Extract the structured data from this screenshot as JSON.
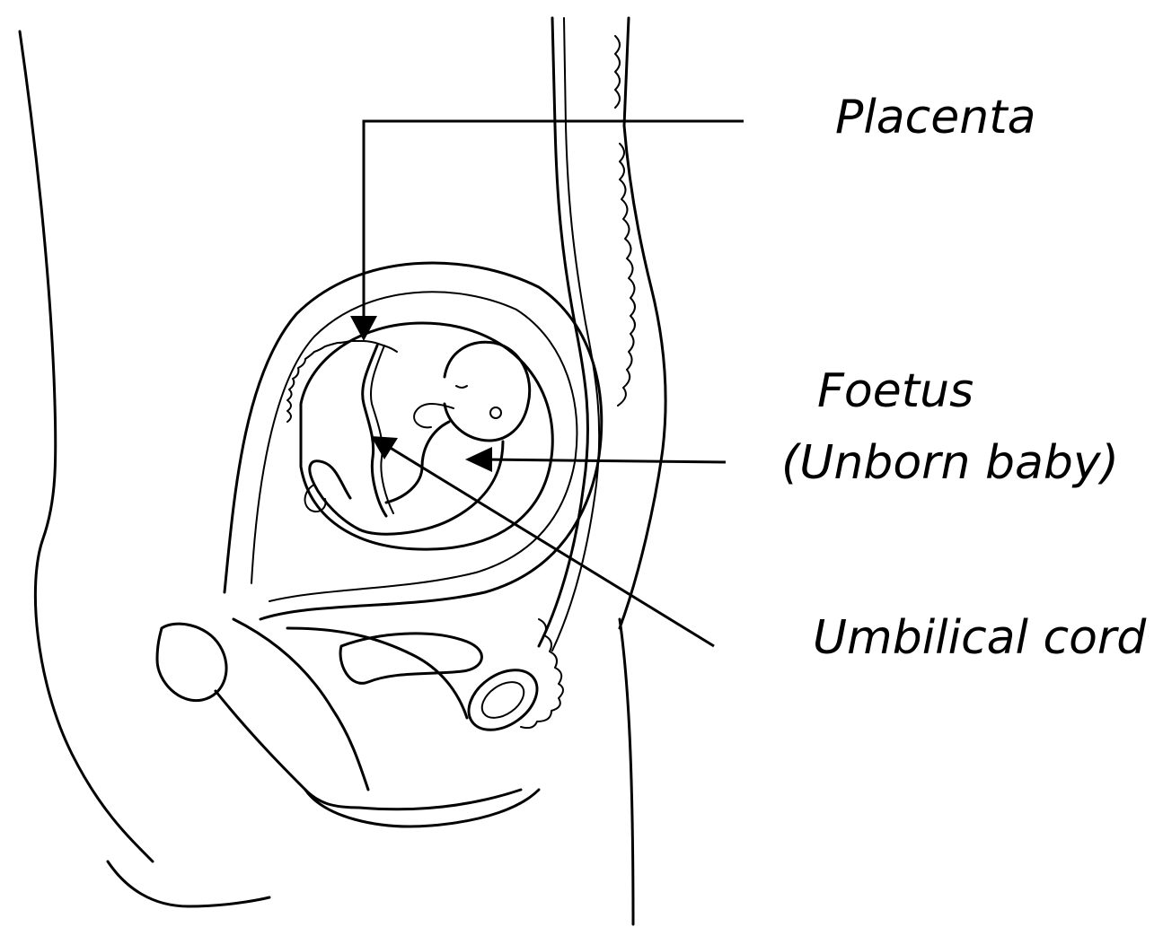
{
  "labels": {
    "placenta": "Placenta",
    "foetus": "Foetus",
    "foetus_sub": "(Unborn baby)",
    "umbilical_cord": "Umbilical cord"
  },
  "colors": {
    "ink": "#000000",
    "background": "#ffffff"
  }
}
